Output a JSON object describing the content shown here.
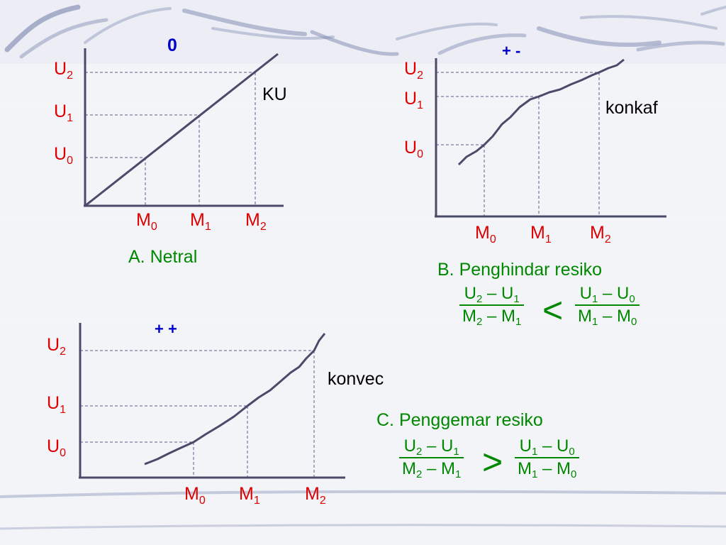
{
  "graph_a": {
    "top_mark": "0",
    "curve_label": "KU",
    "caption": "A. Netral",
    "y_labels": [
      {
        "base": "U",
        "sub": "2"
      },
      {
        "base": "U",
        "sub": "1"
      },
      {
        "base": "U",
        "sub": "0"
      }
    ],
    "x_labels": [
      {
        "base": "M",
        "sub": "0"
      },
      {
        "base": "M",
        "sub": "1"
      },
      {
        "base": "M",
        "sub": "2"
      }
    ]
  },
  "graph_b": {
    "top_mark": "+ -",
    "curve_label": "konkaf",
    "caption": "B. Penghindar resiko",
    "y_labels": [
      {
        "base": "U",
        "sub": "2"
      },
      {
        "base": "U",
        "sub": "1"
      },
      {
        "base": "U",
        "sub": "0"
      }
    ],
    "x_labels": [
      {
        "base": "M",
        "sub": "0"
      },
      {
        "base": "M",
        "sub": "1"
      },
      {
        "base": "M",
        "sub": "2"
      }
    ],
    "formula": {
      "left_num": {
        "a": "U",
        "a_sub": "2",
        "op": " – ",
        "b": "U",
        "b_sub": "1"
      },
      "left_den": {
        "a": "M",
        "a_sub": "2",
        "op": " – ",
        "b": "M",
        "b_sub": "1"
      },
      "comparator": "<",
      "right_num": {
        "a": "U",
        "a_sub": "1",
        "op": " – ",
        "b": "U",
        "b_sub": "0"
      },
      "right_den": {
        "a": "M",
        "a_sub": "1",
        "op": " – ",
        "b": "M",
        "b_sub": "0"
      }
    }
  },
  "graph_c": {
    "top_mark": "+ +",
    "curve_label": "konvec",
    "caption": "C. Penggemar resiko",
    "y_labels": [
      {
        "base": "U",
        "sub": "2"
      },
      {
        "base": "U",
        "sub": "1"
      },
      {
        "base": "U",
        "sub": "0"
      }
    ],
    "x_labels": [
      {
        "base": "M",
        "sub": "0"
      },
      {
        "base": "M",
        "sub": "1"
      },
      {
        "base": "M",
        "sub": "2"
      }
    ],
    "formula": {
      "left_num": {
        "a": "U",
        "a_sub": "2",
        "op": " – ",
        "b": "U",
        "b_sub": "1"
      },
      "left_den": {
        "a": "M",
        "a_sub": "2",
        "op": " – ",
        "b": "M",
        "b_sub": "1"
      },
      "comparator": ">",
      "right_num": {
        "a": "U",
        "a_sub": "1",
        "op": " – ",
        "b": "U",
        "b_sub": "0"
      },
      "right_den": {
        "a": "M",
        "a_sub": "1",
        "op": " – ",
        "b": "M",
        "b_sub": "0"
      }
    }
  },
  "colors": {
    "axis": "#4a4a6a",
    "utility_label": "#dd0000",
    "sign_mark": "#0000cc",
    "formula": "#008800",
    "background": "#f3f4f8",
    "decor_stroke": "#6e7aa6"
  }
}
